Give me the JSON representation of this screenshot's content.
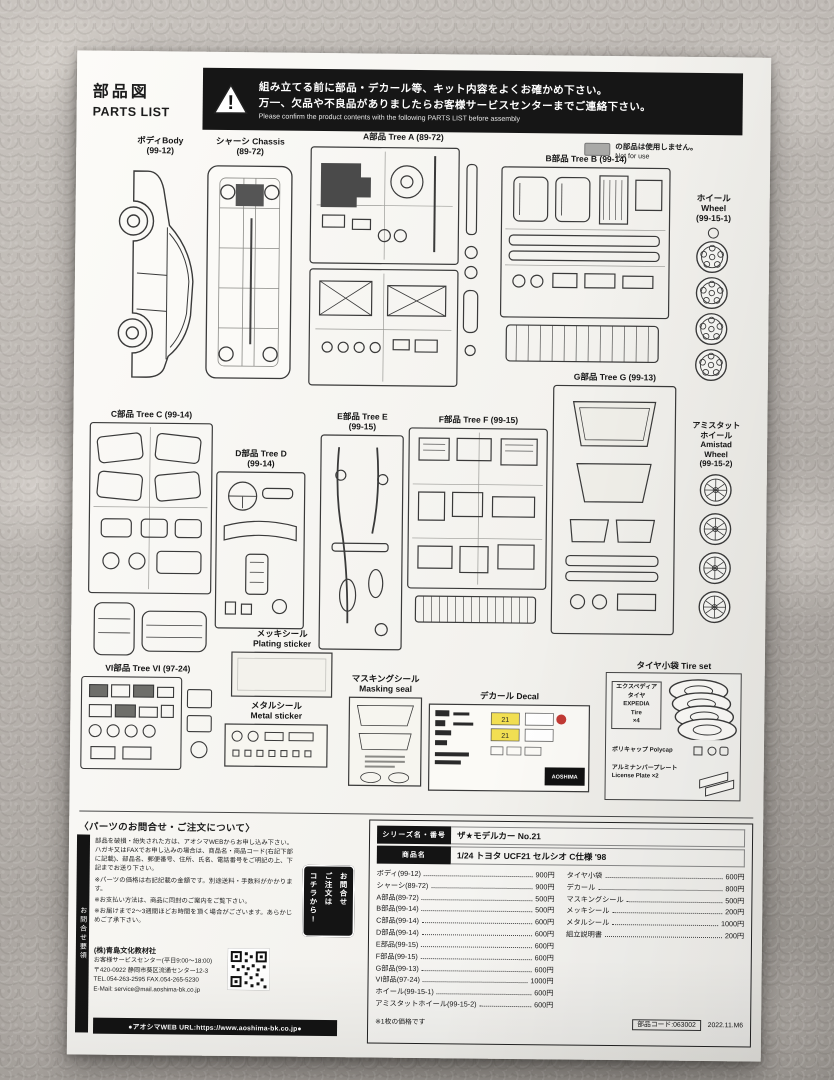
{
  "header": {
    "title_jp": "部品図",
    "title_en": "PARTS LIST",
    "warning_jp1": "組み立てる前に部品・デカール等、キット内容をよくお確かめ下さい。",
    "warning_jp2": "万一、欠品や不良品がありましたらお客様サービスセンターまでご連絡下さい。",
    "warning_en": "Please confirm the product contents with the following PARTS LIST before assembly"
  },
  "not_for_use": {
    "jp": "の部品は使用しません。",
    "en": "Not for use"
  },
  "parts": {
    "body": {
      "l1": "ボディBody",
      "l2": "(99-12)"
    },
    "chassis": {
      "l1": "シャーシ Chassis",
      "l2": "(89-72)"
    },
    "tree_a": {
      "l1": "A部品 Tree A (89-72)"
    },
    "tree_b": {
      "l1": "B部品 Tree B (99-14)"
    },
    "wheel": {
      "l1": "ホイール",
      "l2": "Wheel",
      "l3": "(99-15-1)"
    },
    "tree_g": {
      "l1": "G部品 Tree G (99-13)"
    },
    "tree_c": {
      "l1": "C部品 Tree C (99-14)"
    },
    "tree_d": {
      "l1": "D部品 Tree D",
      "l2": "(99-14)"
    },
    "tree_e": {
      "l1": "E部品 Tree E",
      "l2": "(99-15)"
    },
    "tree_f": {
      "l1": "F部品 Tree F (99-15)"
    },
    "amistad": {
      "l1": "アミスタット",
      "l2": "ホイール",
      "l3": "Amistad",
      "l4": "Wheel",
      "l5": "(99-15-2)"
    },
    "plating": {
      "l1": "メッキシール",
      "l2": "Plating sticker"
    },
    "tree_vi": {
      "l1": "VI部品 Tree VI (97-24)"
    },
    "metal": {
      "l1": "メタルシール",
      "l2": "Metal sticker"
    },
    "masking": {
      "l1": "マスキングシール",
      "l2": "Masking seal"
    },
    "decal": {
      "l1": "デカール Decal",
      "plate_no": "21",
      "logo": "AOSHIMA"
    },
    "tire_set": {
      "l1": "タイヤ小袋 Tire set",
      "tire_l1": "エクスペディア",
      "tire_l2": "タイヤ",
      "tire_l3": "EXPEDIA",
      "tire_l4": "Tire",
      "tire_l5": "×4",
      "polycap": "ポリキャップ Polycap",
      "plate_l1": "アルミナンバープレート",
      "plate_l2": "License Plate ×2"
    }
  },
  "contact": {
    "heading": "〈パーツのお問合せ・ご注文について〉",
    "side_label": "お問合せ要領",
    "body": [
      "部品を破損・紛失された方は、アオシマWEBからお申し込み下さい。ハガキ又はFAXでお申し込みの場合は、商品名・商品コード(右記下部に記載)、部品名、郵便番号、住所、氏名、電話番号をご明記の上、下記までお送り下さい。",
      "※パーツの価格は右記記載の金額です。別途送料・手数料がかかります。",
      "※お支払い方法は、商品に同封のご案内をご覧下さい。",
      "※お届けまで2〜3週間ほどお時間を頂く場合がございます。あらかじめご了承下さい。"
    ],
    "badge_l1": "お問合せ",
    "badge_l2": "ご注文は",
    "badge_l3": "コチラから!",
    "company": [
      "(株)青島文化教材社",
      "お客様サービスセンター(平日9:00〜18:00)",
      "〒420-0922 静岡市葵区流通センター12-3",
      "TEL.054-263-2595 FAX.054-265-5230",
      "E-Mail: service@mail.aoshima-bk.co.jp"
    ],
    "web": "●アオシマWEB URL:https://www.aoshima-bk.co.jp●"
  },
  "price_table": {
    "series_label": "シリーズ名・番号",
    "series_value": "ザ★モデルカー No.21",
    "product_label": "商品名",
    "product_value": "1/24 トヨタ UCF21 セルシオ C仕様 '98",
    "left_items": [
      {
        "name": "ボディ(99-12)",
        "price": "900円"
      },
      {
        "name": "シャーシ(89-72)",
        "price": "900円"
      },
      {
        "name": "A部品(89-72)",
        "price": "500円"
      },
      {
        "name": "B部品(99-14)",
        "price": "500円"
      },
      {
        "name": "C部品(99-14)",
        "price": "600円"
      },
      {
        "name": "D部品(99-14)",
        "price": "600円"
      },
      {
        "name": "E部品(99-15)",
        "price": "600円"
      },
      {
        "name": "F部品(99-15)",
        "price": "600円"
      },
      {
        "name": "G部品(99-13)",
        "price": "600円"
      },
      {
        "name": "VI部品(97-24)",
        "price": "1000円"
      },
      {
        "name": "ホイール(99-15-1)",
        "price": "600円"
      },
      {
        "name": "アミスタットホイール(99-15-2)",
        "price": "600円"
      }
    ],
    "right_items": [
      {
        "name": "タイヤ小袋",
        "price": "600円"
      },
      {
        "name": "デカール",
        "price": "800円"
      },
      {
        "name": "マスキングシール",
        "price": "500円"
      },
      {
        "name": "メッキシール",
        "price": "200円"
      },
      {
        "name": "メタルシール",
        "price": "1000円"
      },
      {
        "name": "組立説明書",
        "price": "200円"
      }
    ],
    "note": "※1枚の価格です",
    "parts_code": "部品コード:063002",
    "date": "2022.11.M6"
  }
}
